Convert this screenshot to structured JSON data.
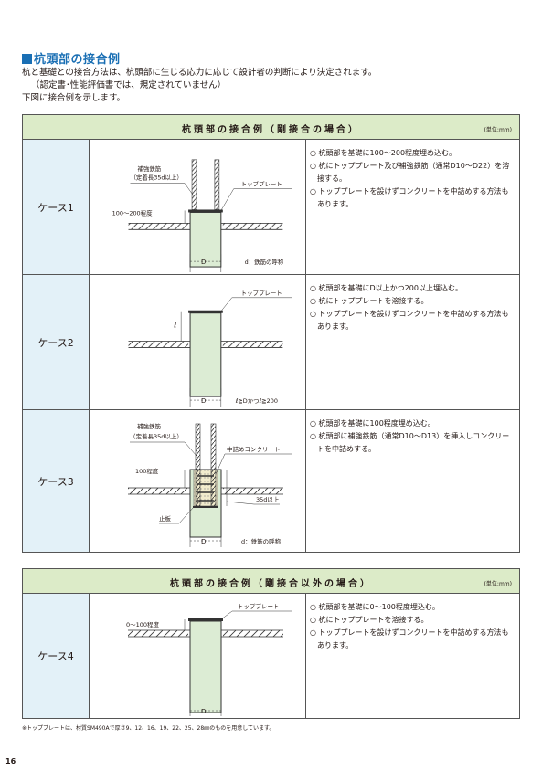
{
  "title": "杭頭部の接合例",
  "intro": [
    "杭と基礎との接合方法は、杭頭部に生じる応力に応じて設計者の判断により決定されます。",
    "（認定書･性能評価書では、規定されていません）",
    "下図に接合例を示します。"
  ],
  "rigid": {
    "header": "杭頭部の接合例（剛接合の場合）",
    "unit": "(単位:mm)",
    "cases": [
      {
        "label": "ケース1",
        "fig": {
          "rebar": "補強鉄筋",
          "anchor": "（定着長35d以上）",
          "plate": "トッププレート",
          "embed": "100～200程度",
          "d": "D",
          "note": "d：鉄筋の呼称"
        },
        "notes": [
          "○ 杭頭部を基礎に100～200程度埋め込む。",
          "○ 杭にトッププレート及び補強鉄筋（通常D10～D22）を溶接する。",
          "○ トッププレートを設けずコンクリートを中詰めする方法もあります。"
        ]
      },
      {
        "label": "ケース2",
        "fig": {
          "plate": "トッププレート",
          "ell": "ℓ",
          "d": "D",
          "cond": "ℓ≧Dかつℓ≧200"
        },
        "notes": [
          "○ 杭頭部を基礎にD以上かつ200以上埋込む。",
          "○ 杭にトッププレートを溶接する。",
          "○ トッププレートを設けずコンクリートを中詰めする方法もあります。"
        ]
      },
      {
        "label": "ケース3",
        "fig": {
          "rebar": "補強鉄筋",
          "anchor": "（定着長35d以上）",
          "fill": "中詰めコンクリート",
          "embed": "100程度",
          "len": "35d以上",
          "stop": "止板",
          "d": "D",
          "note": "d：鉄筋の呼称"
        },
        "notes": [
          "○ 杭頭部を基礎に100程度埋め込む。",
          "○ 杭頭部に補強鉄筋（通常D10～D13）を挿入しコンクリートを中詰めする。"
        ]
      }
    ]
  },
  "other": {
    "header": "杭頭部の接合例（剛接合以外の場合）",
    "unit": "(単位:mm)",
    "cases": [
      {
        "label": "ケース4",
        "fig": {
          "plate": "トッププレート",
          "embed": "0～100程度",
          "d": "D"
        },
        "notes": [
          "○ 杭頭部を基礎に0～100程度埋込む。",
          "○ 杭にトッププレートを溶接する。",
          "○ トッププレートを設けずコンクリートを中詰めする方法もあります。"
        ]
      }
    ]
  },
  "footnote": "※トッププレートは、材質SM490Aで厚さ9、12、16、19、22、25、28㎜のものを用意しています。",
  "page_number": "16",
  "colors": {
    "title": "#1a6fb4",
    "header_bg": "#dcebc8",
    "label_bg": "#e3f1f8",
    "pile": "#dcecd4"
  }
}
